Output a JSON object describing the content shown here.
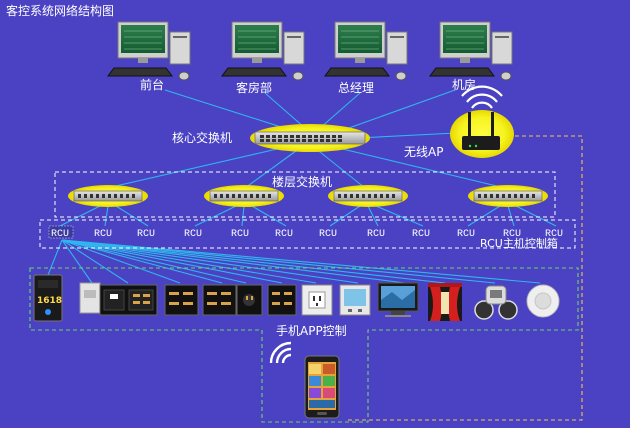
{
  "title": "客控系统网络结构图",
  "workstations": [
    {
      "label": "前台"
    },
    {
      "label": "客房部"
    },
    {
      "label": "总经理"
    },
    {
      "label": "机房"
    }
  ],
  "core_switch_label": "核心交换机",
  "wireless_ap_label": "无线AP",
  "floor_switch_label": "楼层交换机",
  "rcu_label": "RCU",
  "rcu_box_label": "RCU主机控制箱",
  "panel_number": "1618",
  "app_label": "手机APP控制",
  "colors": {
    "background": "#4a42c2",
    "link": "#2fb6ef",
    "highlight": "#f6f320",
    "dashed_white": "#ffffff",
    "dashed_green": "#6fcf6f",
    "dashed_gold": "#f2c25a"
  }
}
